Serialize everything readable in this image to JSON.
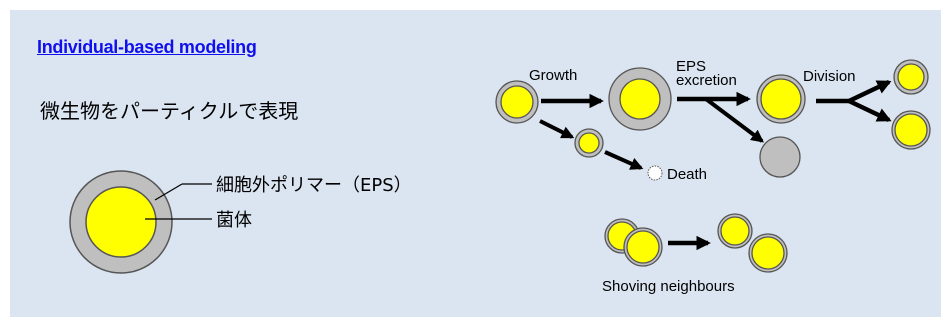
{
  "title": "Individual-based modeling",
  "subtitle": "微生物をパーティクルで表現",
  "legend": {
    "eps_label": "細胞外ポリマー（EPS）",
    "cell_label": "菌体"
  },
  "process": {
    "growth": "Growth",
    "eps_line1": "EPS",
    "eps_line2": "excretion",
    "division": "Division",
    "death": "Death",
    "shoving": "Shoving neighbours"
  },
  "colors": {
    "background": "#dbe5f1",
    "title": "#1010ee",
    "cell_fill": "#ffff00",
    "eps_fill": "#bfbfbf",
    "outline": "#555555"
  }
}
